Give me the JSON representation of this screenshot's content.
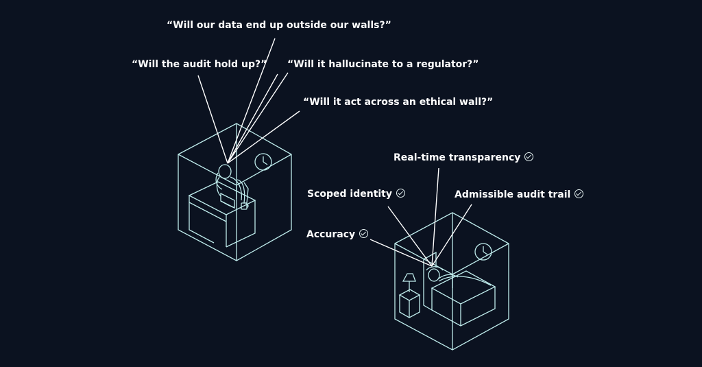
{
  "worries": {
    "q1": "“Will our data end up outside our walls?”",
    "q2": "“Will the audit hold up?”",
    "q3": "“Will it hallucinate to a regulator?”",
    "q4": "“Will it act across an ethical wall?”"
  },
  "assurances": {
    "a1": "Real-time transparency",
    "a2": "Scoped identity",
    "a3": "Admissible audit trail",
    "a4": "Accuracy"
  },
  "colors": {
    "background": "#0b1220",
    "line_art": "#bfecec",
    "text": "#ffffff"
  },
  "icons": [
    "check-circle-icon",
    "clock-icon",
    "lamp-icon",
    "laptop-icon",
    "mug-icon"
  ]
}
